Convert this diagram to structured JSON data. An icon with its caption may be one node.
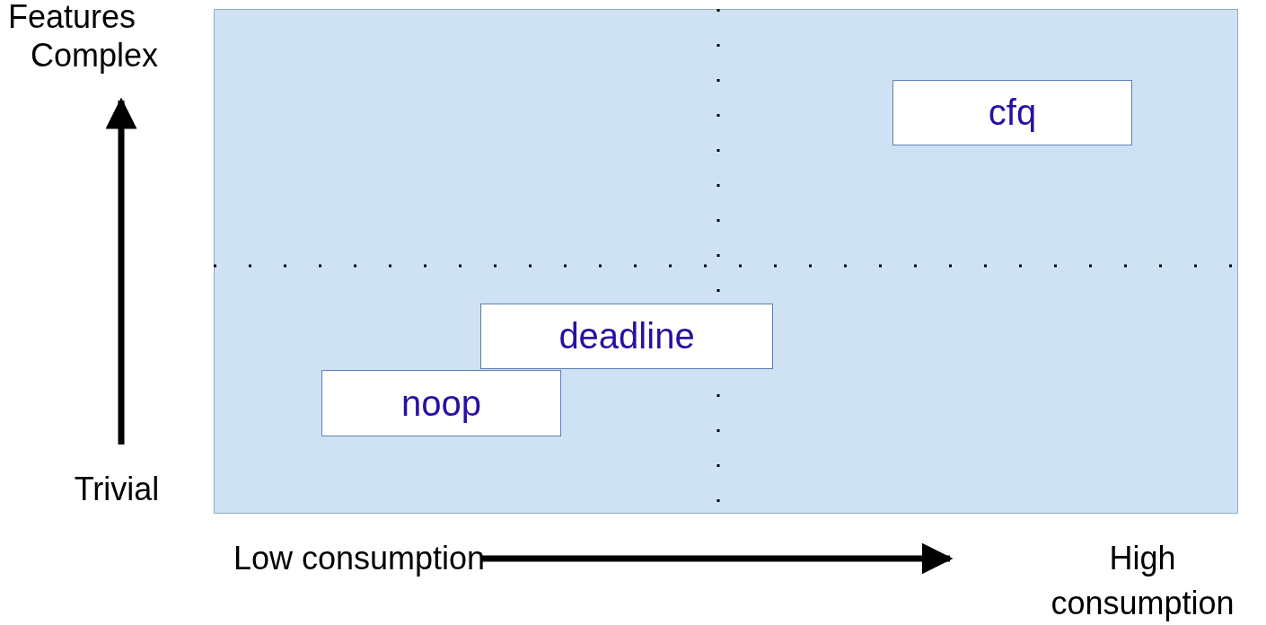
{
  "diagram": {
    "nodes": [
      {
        "text": [],
        "shape": "box"
      },
      {
        "text": [
          "cfq"
        ],
        "in": 0
      },
      {
        "text": [
          "deadline"
        ],
        "in": 0
      },
      {
        "text": [
          "noop"
        ],
        "in": 0
      }
    ],
    "labels": [
      "Features",
      "Complex",
      "Trivial",
      "Low consumption",
      "High consumption"
    ]
  }
}
